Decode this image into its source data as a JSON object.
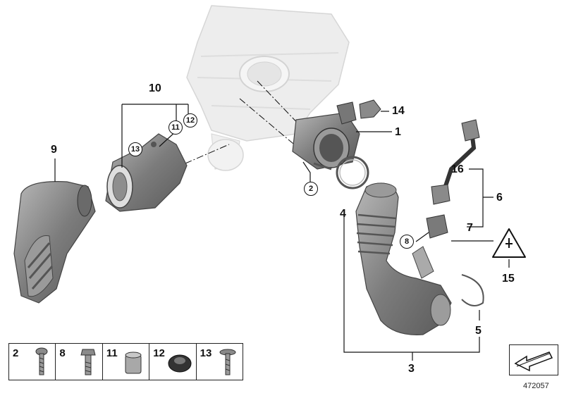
{
  "callouts": [
    {
      "id": "label-1",
      "text": "1"
    },
    {
      "id": "label-3",
      "text": "3"
    },
    {
      "id": "label-4",
      "text": "4"
    },
    {
      "id": "label-5",
      "text": "5"
    },
    {
      "id": "label-6",
      "text": "6"
    },
    {
      "id": "label-7",
      "text": "7"
    },
    {
      "id": "label-9",
      "text": "9"
    },
    {
      "id": "label-10",
      "text": "10"
    },
    {
      "id": "label-14",
      "text": "14"
    },
    {
      "id": "label-15",
      "text": "15"
    },
    {
      "id": "label-16",
      "text": "16"
    }
  ],
  "circled_callouts": [
    {
      "id": "circ-2",
      "text": "2"
    },
    {
      "id": "circ-8",
      "text": "8"
    },
    {
      "id": "circ-11",
      "text": "11"
    },
    {
      "id": "circ-12",
      "text": "12"
    },
    {
      "id": "circ-13",
      "text": "13"
    }
  ],
  "legend": [
    {
      "num": "2",
      "part": "screw-icon"
    },
    {
      "num": "8",
      "part": "hex-bolt-icon"
    },
    {
      "num": "11",
      "part": "sleeve-icon"
    },
    {
      "num": "12",
      "part": "grommet-icon"
    },
    {
      "num": "13",
      "part": "flat-screw-icon"
    }
  ],
  "diagram_id": "472057",
  "colors": {
    "part_gray": "#8a8a8a",
    "ghost_gray": "#e6e6e6",
    "line": "#111111"
  }
}
